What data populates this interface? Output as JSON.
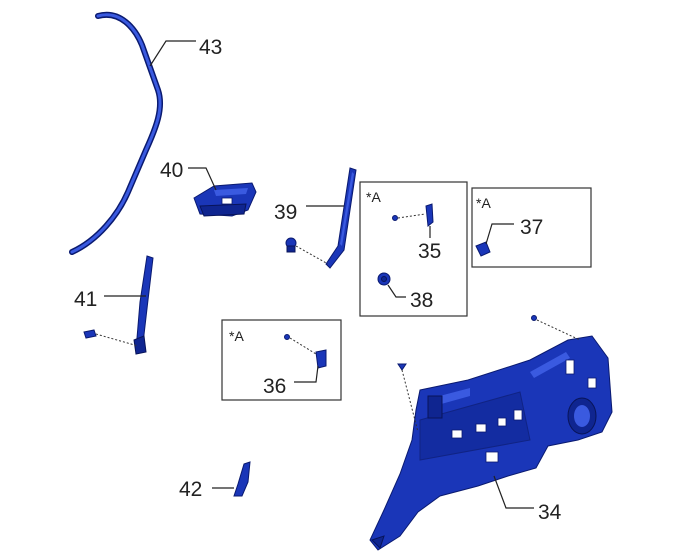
{
  "callouts": [
    {
      "id": "43",
      "text": "43"
    },
    {
      "id": "40",
      "text": "40"
    },
    {
      "id": "39",
      "text": "39"
    },
    {
      "id": "41",
      "text": "41"
    },
    {
      "id": "35",
      "text": "35"
    },
    {
      "id": "38",
      "text": "38"
    },
    {
      "id": "37",
      "text": "37"
    },
    {
      "id": "36",
      "text": "36"
    },
    {
      "id": "34",
      "text": "34"
    },
    {
      "id": "42",
      "text": "42"
    }
  ],
  "detail_boxes": [
    {
      "code": "*A"
    },
    {
      "code": "*A"
    },
    {
      "code": "*A"
    }
  ],
  "colors": {
    "part": "#1a36b8",
    "outline": "#0a1a70",
    "line": "#222222"
  }
}
